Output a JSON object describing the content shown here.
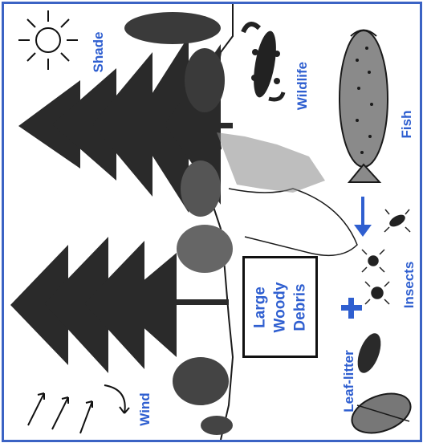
{
  "labels": {
    "shade": "Shade",
    "wildlife": "Wildlife",
    "fish": "Fish",
    "insects": "Insects",
    "leaf_litter": "Leaf-litter",
    "wind": "Wind",
    "large_woody_debris": [
      "Large",
      "Woody",
      "Debris"
    ]
  },
  "colors": {
    "label_blue": "#2f5fd0",
    "frame_blue": "#3b63c4",
    "ink": "#1a1a1a"
  }
}
